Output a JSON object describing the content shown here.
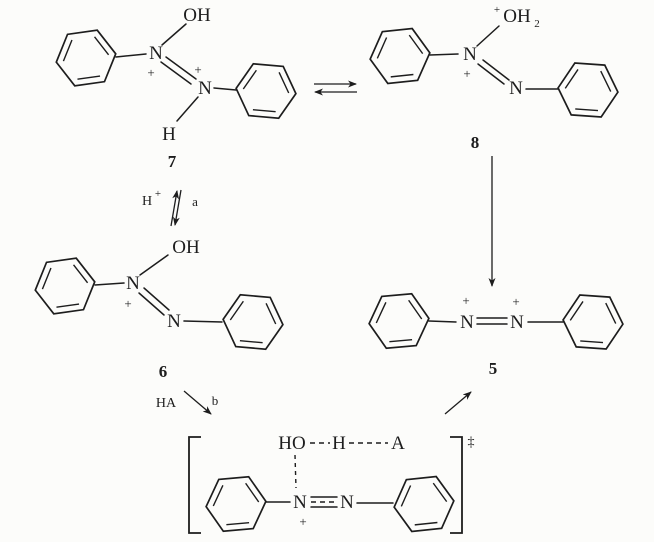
{
  "colors": {
    "paper": "#fcfcfa",
    "ink": "#1d1d1d"
  },
  "structures": {
    "s7": {
      "number": "7",
      "hydroxyl": "OH",
      "n1": "N",
      "n2": "N",
      "plus1": "+",
      "plus2": "+",
      "hydrogen": "H"
    },
    "s8": {
      "number": "8",
      "n1": "N",
      "n2": "N",
      "plus1": "+",
      "water_plus": "+",
      "water": "OH",
      "water_sub": "2"
    },
    "s6": {
      "number": "6",
      "hydroxyl": "OH",
      "n1": "N",
      "n2": "N",
      "plus": "+"
    },
    "s5": {
      "number": "5",
      "n1": "N",
      "n2": "N",
      "plus1": "+",
      "plus2": "+"
    },
    "ts": {
      "ho": "HO",
      "h": "H",
      "a": "A",
      "n1": "N",
      "n2": "N",
      "plus": "+",
      "dagger": "‡"
    }
  },
  "steps": {
    "protonation": {
      "species": "H",
      "charge": "+",
      "label": "a"
    },
    "acid": {
      "species": "HA",
      "label": "b"
    }
  }
}
